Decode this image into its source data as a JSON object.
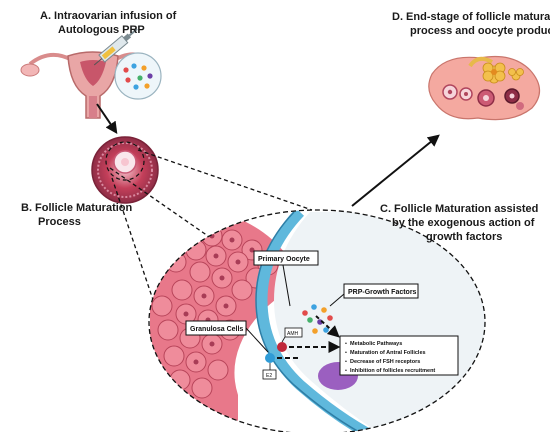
{
  "labels": {
    "a_line1": "A.  Intraovarian infusion of",
    "a_line2": "Autologous PRP",
    "b_line1": "B. Follicle Maturation",
    "b_line2": "Process",
    "c_line1": "C.  Follicle Maturation assisted",
    "c_line2": "by the exogenous action of",
    "c_line3": "growth factors",
    "d_line1": "D.  End-stage of follicle maturation",
    "d_line2": "process and oocyte production"
  },
  "callouts": {
    "primary_oocyte": "Primary Oocyte",
    "prp_growth_factors": "PRP-Growth Factors",
    "granulosa_cells": "Granulosa Cells",
    "amh": "AMH",
    "e2": "E2"
  },
  "effects": [
    "Metabolic Pathways",
    "Maturation of Antral Follicles",
    "Decrease of FSH receptors",
    "Inhibition  of follicles recruitment"
  ],
  "colors": {
    "cell_fill": "#e8788a",
    "cell_stroke": "#b8455a",
    "zona_blue": "#5fb8dc",
    "oocyte_cytoplasm": "#eef3f6",
    "uterus": "#e9a6a6",
    "ovary": "#f4a9a0"
  }
}
